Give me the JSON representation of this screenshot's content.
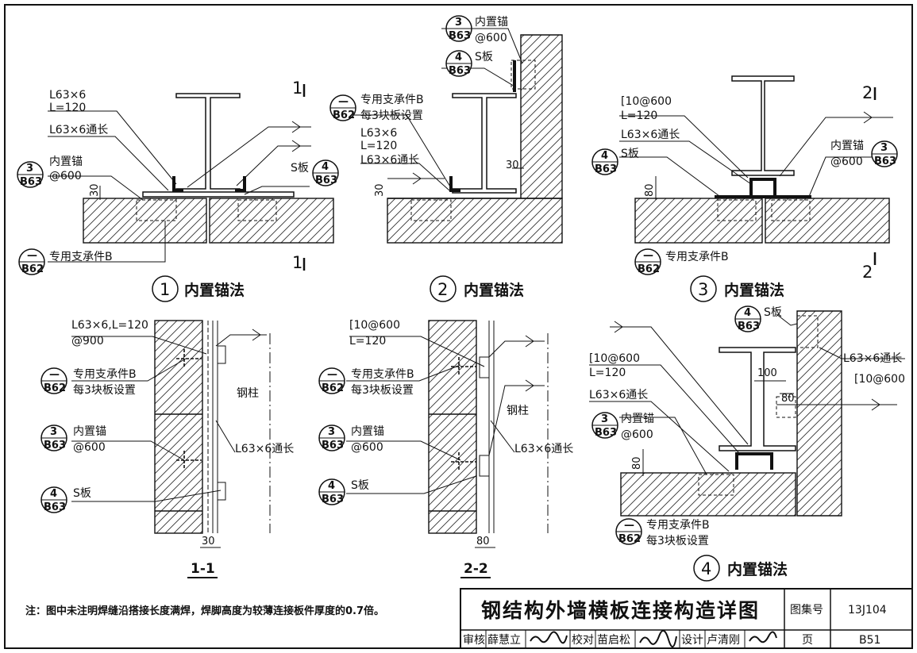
{
  "note": "注：图中未注明焊缝沿搭接长度满焊，焊脚高度为较薄连接板件厚度的0.7倍。",
  "title_block": {
    "title": "钢结构外墙横板连接构造详图",
    "atlas_label": "图集号",
    "atlas_no": "13J104",
    "review_label": "审核",
    "reviewer": "薛慧立",
    "check_label": "校对",
    "checker": "苗启松",
    "design_label": "设计",
    "designer": "卢清刚",
    "page_label": "页",
    "page_no": "B51"
  },
  "detail1": {
    "num": "1",
    "caption": "内置锚法",
    "l1": "L63×6",
    "l2": "L=120",
    "l3": "L63×6通长",
    "anchor_top": "3",
    "anchor_bot": "B63",
    "anchor_txt": "内置锚",
    "anchor_sp": "@600",
    "sb_txt": "S板",
    "sb_top": "4",
    "sb_bot": "B63",
    "dim": "30",
    "sup_top": "—",
    "sup_bot": "B62",
    "sup_txt": "专用支承件B",
    "sec": "1"
  },
  "detail2": {
    "num": "2",
    "caption": "内置锚法",
    "an_top": "3",
    "an_bot": "B63",
    "an_txt": "内置锚",
    "an_sp": "@600",
    "sb_top": "4",
    "sb_bot": "B63",
    "sb_txt": "S板",
    "sup_top": "—",
    "sup_bot": "B62",
    "sup_txt1": "专用支承件B",
    "sup_txt2": "每3块板设置",
    "l1": "L63×6",
    "l2": "L=120",
    "l3": "L63×6通长",
    "dim1": "30",
    "dim2": "30"
  },
  "detail3": {
    "num": "3",
    "caption": "内置锚法",
    "c1": "[10@600",
    "c2": "L=120",
    "l3": "L63×6通长",
    "sb_top": "4",
    "sb_bot": "B63",
    "sb_txt": "S板",
    "an_txt": "内置锚",
    "an_sp": "@600",
    "an_top": "3",
    "an_bot": "B63",
    "dim": "80",
    "sup_top": "—",
    "sup_bot": "B62",
    "sup_txt": "专用支承件B",
    "sec": "2"
  },
  "sec11": {
    "name": "1-1",
    "l1": "L63×6,L=120",
    "l2": "@900",
    "sup_top": "—",
    "sup_bot": "B62",
    "sup_txt1": "专用支承件B",
    "sup_txt2": "每3块板设置",
    "an_top": "3",
    "an_bot": "B63",
    "an_txt": "内置锚",
    "an_sp": "@600",
    "sb_top": "4",
    "sb_bot": "B63",
    "sb_txt": "S板",
    "col": "钢柱",
    "lr": "L63×6通长",
    "dim": "30"
  },
  "sec22": {
    "name": "2-2",
    "c1": "[10@600",
    "c2": "L=120",
    "sup_top": "—",
    "sup_bot": "B62",
    "sup_txt1": "专用支承件B",
    "sup_txt2": "每3块板设置",
    "an_top": "3",
    "an_bot": "B63",
    "an_txt": "内置锚",
    "an_sp": "@600",
    "sb_top": "4",
    "sb_bot": "B63",
    "sb_txt": "S板",
    "col": "钢柱",
    "lr": "L63×6通长",
    "dim": "80"
  },
  "detail4": {
    "num": "4",
    "caption": "内置锚法",
    "sb_top": "4",
    "sb_bot": "B63",
    "sb_txt": "S板",
    "c1": "[10@600",
    "c2": "L=120",
    "l3": "L63×6通长",
    "an_top": "3",
    "an_bot": "B63",
    "an_txt": "内置锚",
    "an_sp": "@600",
    "r1": "L63×6通长",
    "r2": "[10@600",
    "d100": "100",
    "d80": "80",
    "d80b": "80",
    "sup_top": "—",
    "sup_bot": "B62",
    "sup_txt1": "专用支承件B",
    "sup_txt2": "每3块板设置"
  }
}
